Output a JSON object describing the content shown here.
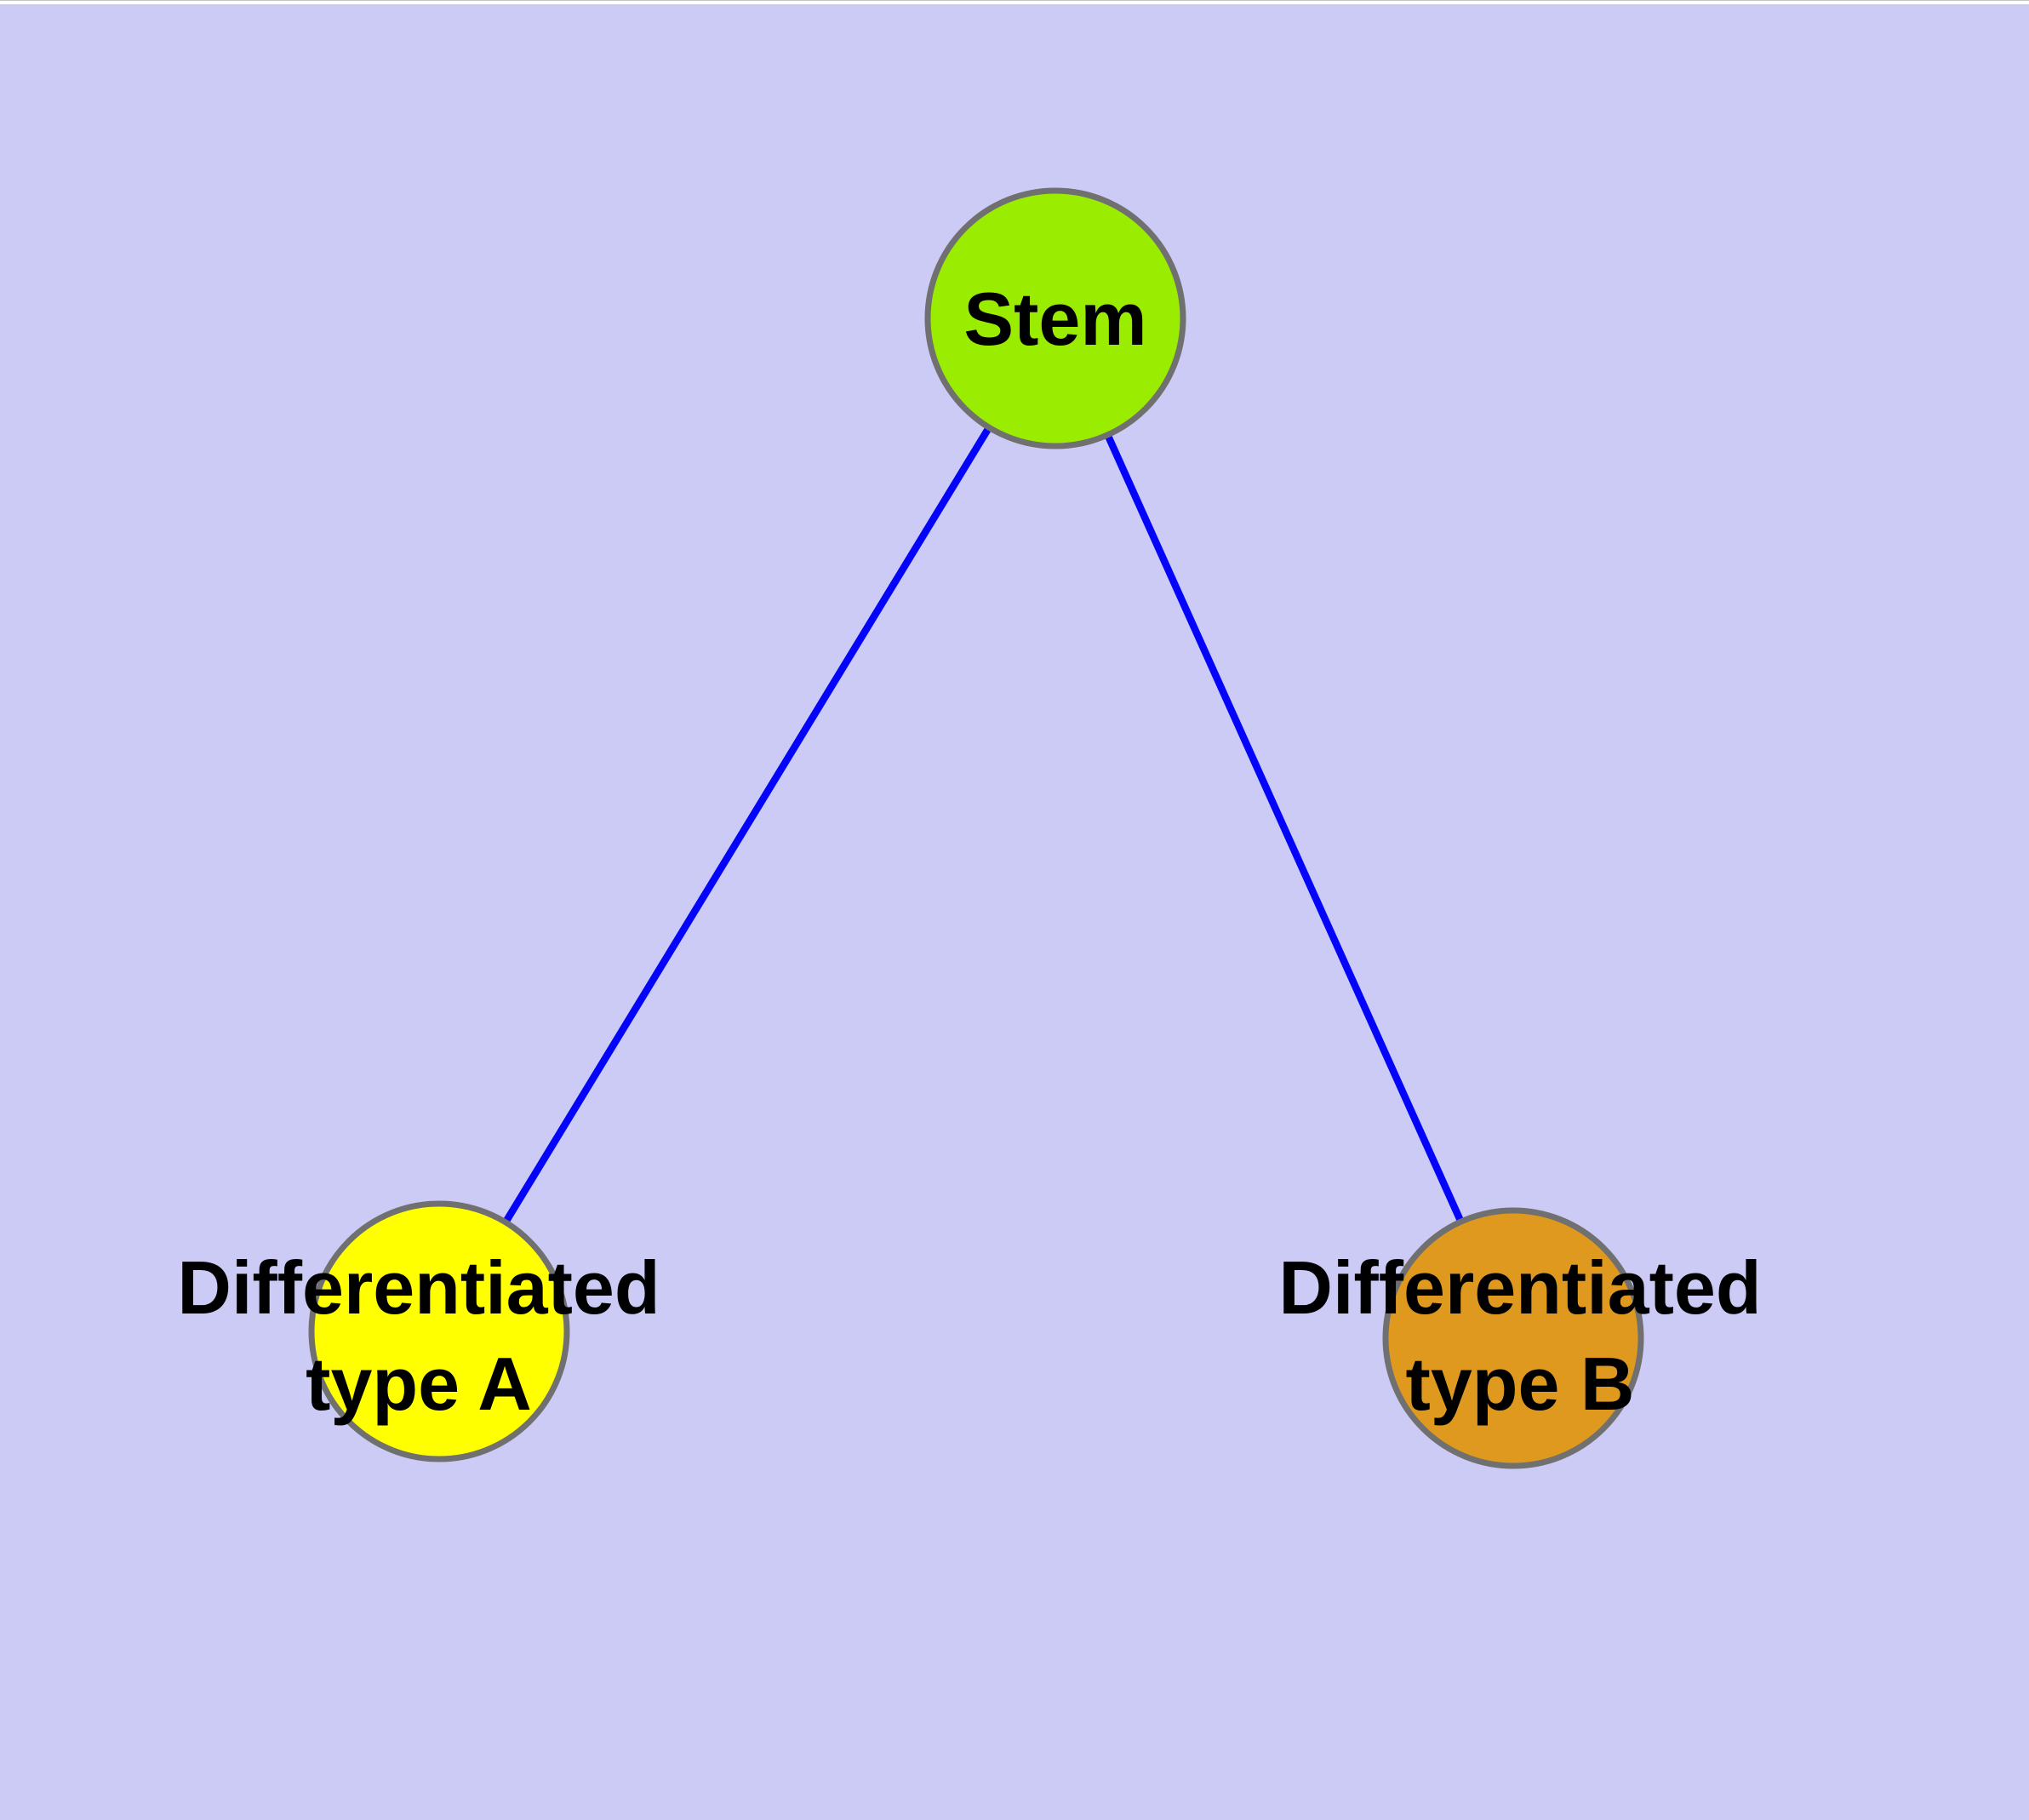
{
  "canvas": {
    "background_color": "#CBCBF5",
    "margin_color": "#FFFFFF"
  },
  "graph": {
    "edge_color": "#0404FA",
    "node_border_color": "#707070",
    "text_color": "#000000",
    "nodes": [
      {
        "id": "stem",
        "label": "Stem",
        "lines": [
          "Stem"
        ],
        "color": "#9AEC00"
      },
      {
        "id": "differentiated-type-a",
        "label": "Differentiated type A",
        "lines": [
          "Differentiated",
          "type A"
        ],
        "color": "#FFFF00"
      },
      {
        "id": "differentiated-type-b",
        "label": "Differentiated type B",
        "lines": [
          "Differentiated",
          "type B"
        ],
        "color": "#E0991F"
      }
    ],
    "edges": [
      {
        "from": "stem",
        "to": "differentiated-type-a"
      },
      {
        "from": "stem",
        "to": "differentiated-type-b"
      }
    ]
  }
}
